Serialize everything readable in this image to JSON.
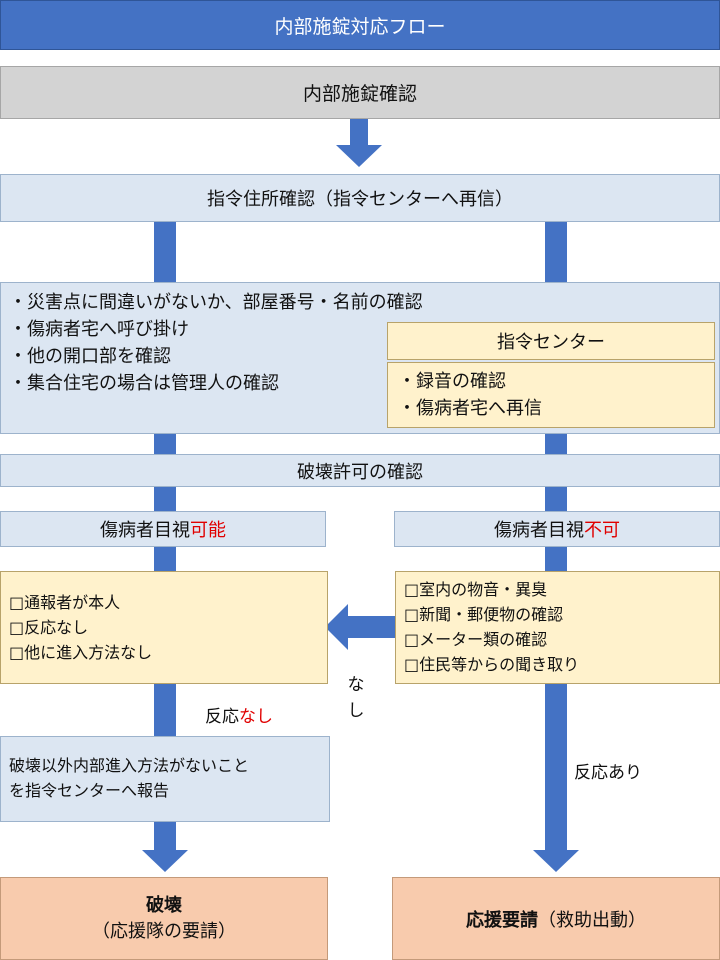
{
  "title": "内部施錠対応フロー",
  "step1": "内部施錠確認",
  "step2": "指令住所確認（指令センターへ再信）",
  "check_items": [
    "・災害点に間違いがないか、部屋番号・名前の確認",
    "・傷病者宅へ呼び掛け",
    "・他の開口部を確認",
    "・集合住宅の場合は管理人の確認"
  ],
  "center_box": {
    "header": "指令センター",
    "items": [
      "・録音の確認",
      "・傷病者宅へ再信"
    ]
  },
  "step3": "破壊許可の確認",
  "left_branch": {
    "prefix": "傷病者目視",
    "highlight": "可能"
  },
  "right_branch": {
    "prefix": "傷病者目視",
    "highlight": "不可"
  },
  "left_checklist": [
    "□通報者が本人",
    "□反応なし",
    "□他に進入方法なし"
  ],
  "right_checklist": [
    "□室内の物音・異臭",
    "□新聞・郵便物の確認",
    "□メーター類の確認",
    "□住民等からの聞き取り"
  ],
  "label_none_vertical": [
    "な",
    "し"
  ],
  "label_no_response": {
    "prefix": "反応",
    "highlight": "なし"
  },
  "label_response": "反応あり",
  "report_lines": [
    "破壊以外内部進入方法がないこと",
    "を指令センターへ報告"
  ],
  "result_left": {
    "main": "破壊",
    "sub": "（応援隊の要請）"
  },
  "result_right": {
    "main": "応援要請",
    "sub": "（救助出動）"
  },
  "colors": {
    "arrow": "#4472c4",
    "title_bg": "#4472c4",
    "pale_box": "#dce6f2",
    "yellow_box": "#fff2cc",
    "salmon_box": "#f8cbad",
    "gray_box": "#d3d3d3",
    "highlight_red": "#e00000"
  }
}
